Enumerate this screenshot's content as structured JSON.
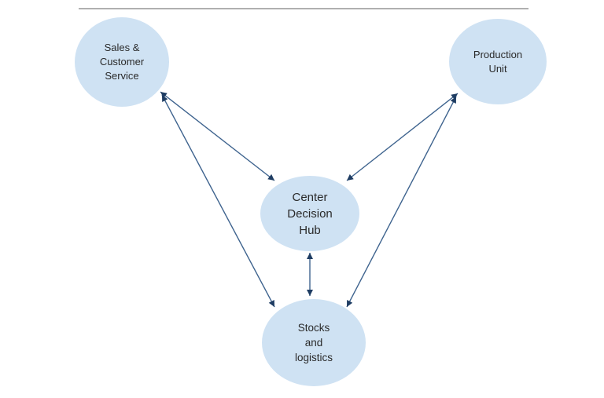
{
  "diagram": {
    "background_color": "#ffffff",
    "divider_color": "#b0b0b0",
    "node_fill_color": "#cfe2f3",
    "node_text_color": "#2a2a2a",
    "arrow_line_color": "#3e638e",
    "arrow_head_color": "#1e3c62",
    "nodes": [
      {
        "id": "sales",
        "label": "Sales &\nCustomer\nService"
      },
      {
        "id": "production",
        "label": "Production\nUnit"
      },
      {
        "id": "hub",
        "label": "Center\nDecision\nHub"
      },
      {
        "id": "stocks",
        "label": "Stocks\nand\nlogistics"
      }
    ],
    "edges": [
      {
        "from": "sales",
        "to": "hub",
        "direction": "bidirectional"
      },
      {
        "from": "production",
        "to": "hub",
        "direction": "bidirectional"
      },
      {
        "from": "hub",
        "to": "stocks",
        "direction": "bidirectional"
      },
      {
        "from": "sales",
        "to": "stocks",
        "direction": "bidirectional"
      },
      {
        "from": "production",
        "to": "stocks",
        "direction": "bidirectional"
      }
    ]
  }
}
